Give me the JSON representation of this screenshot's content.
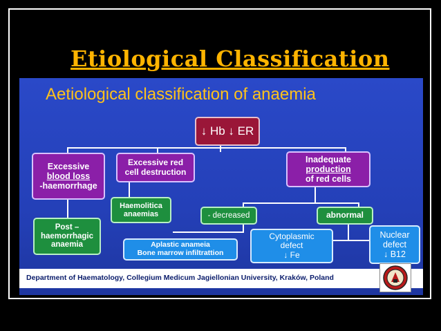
{
  "slide_title": "Etiological Classification",
  "diagram": {
    "heading": "Aetiological classification of anaemia",
    "root": "↓ Hb ↓ ER",
    "nodes": {
      "blood_loss": [
        "Excessive",
        "blood loss",
        "-haemorrhage"
      ],
      "destruction": [
        "Excessive red",
        "cell destruction"
      ],
      "inadequate": [
        "Inadequate",
        "production",
        "of red cells"
      ],
      "haemolitica": [
        "Haemolitica",
        "anaemias"
      ],
      "post": [
        "Post –",
        "haemorrhagic",
        "anaemia"
      ],
      "decreased": "- decreased",
      "abnormal": "abnormal",
      "aplastic": [
        "Aplastic anameia",
        "Bone marrow infiltrattion"
      ],
      "cytoplasmic": [
        "Cytoplasmic",
        "defect",
        "↓ Fe"
      ],
      "nuclear": [
        "Nuclear",
        "defect",
        "↓ B12"
      ]
    },
    "footer": "Department of Haematology, Collegium Medicum Jagiellonian University, Kraków, Poland"
  },
  "colors": {
    "title": "#ffb400",
    "panel_bg": "#2440b8",
    "heading": "#ffc21a",
    "purple": "#8b1fa8",
    "red": "#9a1638",
    "green": "#1e8f3e",
    "blue": "#1f8ee8"
  },
  "icons": {
    "seal": "university-seal-icon"
  }
}
